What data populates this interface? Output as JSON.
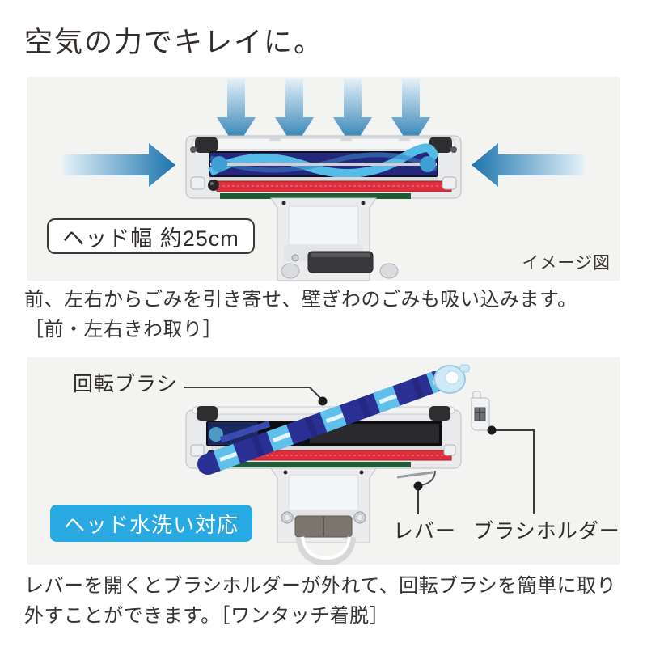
{
  "page": {
    "title": "空気の力でキレイに。"
  },
  "colors": {
    "box_background": "#f3f3f2",
    "badge_blue": "#29a9e1",
    "arrow_blue_dark": "#1b74ad",
    "arrow_blue_light": "#e4f1f9",
    "brush_blue_dark": "#2a2f93",
    "brush_blue_light": "#5fc0ea",
    "strip_red": "#dd2e3d",
    "strip_green": "#1e5c37",
    "text_dark": "#332e2b"
  },
  "figure1": {
    "head_width_label": "ヘッド幅 約25cm",
    "image_note": "イメージ図"
  },
  "paragraph1": {
    "line1": "前、左右からごみを引き寄せ、壁ぎわのごみも吸い込みます。",
    "line2": "［前・左右きわ取り］"
  },
  "figure2": {
    "rotating_brush_label": "回転ブラシ",
    "lever_label": "レバー",
    "brush_holder_label": "ブラシホルダー",
    "badge": "ヘッド水洗い対応"
  },
  "paragraph2": {
    "line1": "レバーを開くとブラシホルダーが外れて、回転ブラシを簡単に取り",
    "line2": "外すことができます。［ワンタッチ着脱］"
  }
}
